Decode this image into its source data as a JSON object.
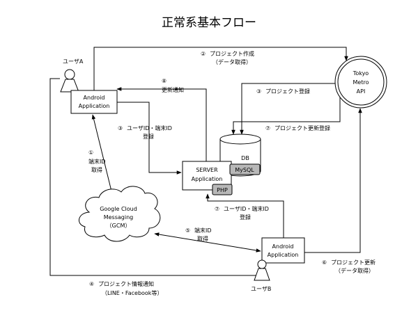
{
  "title": "正常系基本フロー",
  "nodes": {
    "android_a": [
      "Android",
      "Application"
    ],
    "android_b": [
      "Android",
      "Application"
    ],
    "server": [
      "SERVER",
      "Application"
    ],
    "db": "DB",
    "mysql": "MySQL",
    "php": "PHP",
    "api": [
      "Tokyo",
      "Metro",
      "API"
    ],
    "gcm": [
      "Google Cloud",
      "Messaging",
      "（GCM）"
    ],
    "user_a": "ユーザA",
    "user_b": "ユーザB"
  },
  "steps": {
    "s1": {
      "num": "①",
      "lines": [
        "端末ID",
        "取得"
      ]
    },
    "s2": {
      "num": "②",
      "lines": [
        "プロジェクト作成",
        "（データ取得）"
      ]
    },
    "s3a": {
      "num": "③",
      "lines": [
        "プロジェクト登録"
      ]
    },
    "s3b": {
      "num": "③",
      "lines": [
        "ユーザID・端末ID",
        "登録"
      ]
    },
    "s4": {
      "num": "④",
      "lines": [
        "プロジェクト情報通知",
        "（LINE・Facebook等）"
      ]
    },
    "s5": {
      "num": "⑤",
      "lines": [
        "端末ID",
        "取得"
      ]
    },
    "s6": {
      "num": "⑥",
      "lines": [
        "プロジェクト更新",
        "（データ取得）"
      ]
    },
    "s7a": {
      "num": "⑦",
      "lines": [
        "プロジェクト更新登録"
      ]
    },
    "s7b": {
      "num": "⑦",
      "lines": [
        "ユーザID・端末ID",
        "登録"
      ]
    },
    "s8": {
      "num": "⑧",
      "lines": [
        "更新通知"
      ]
    }
  }
}
